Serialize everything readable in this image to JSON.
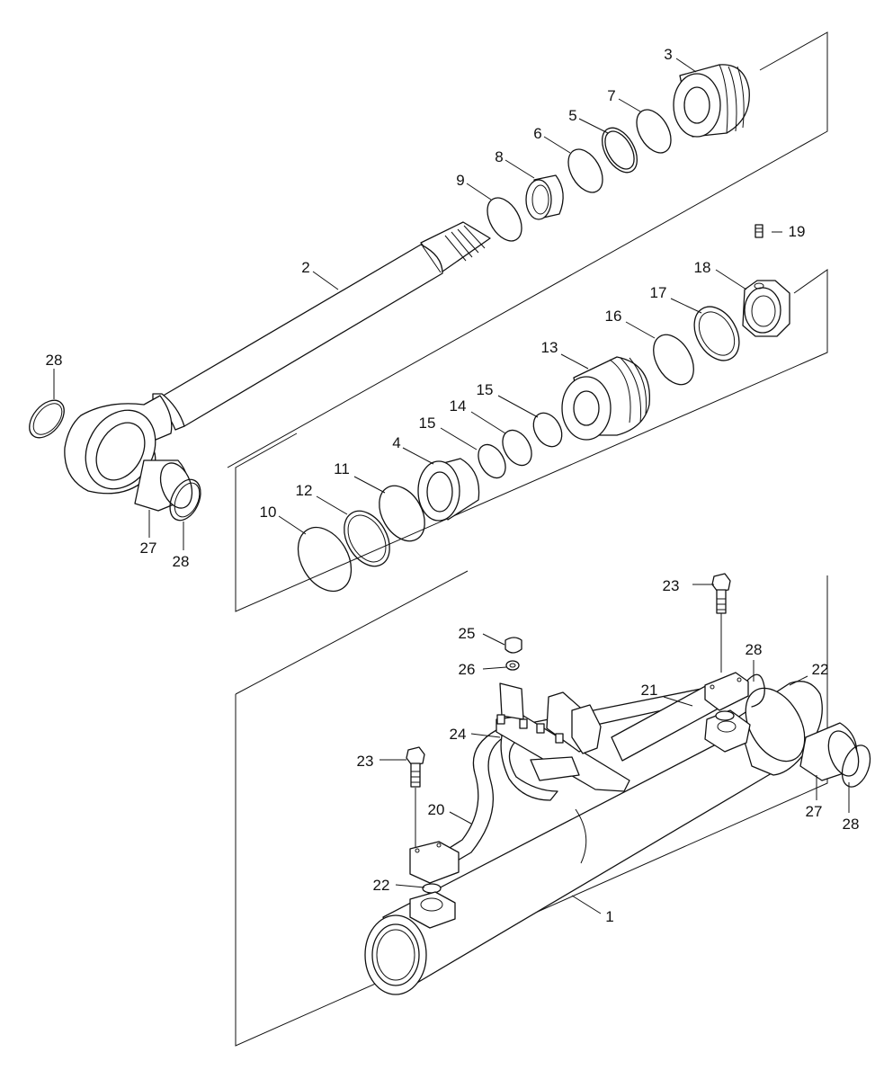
{
  "diagram": {
    "callouts": {
      "p1": "1",
      "p2": "2",
      "p3": "3",
      "p4": "4",
      "p5": "5",
      "p6": "6",
      "p7": "7",
      "p8": "8",
      "p9": "9",
      "p10": "10",
      "p11": "11",
      "p12": "12",
      "p13": "13",
      "p14": "14",
      "p15a": "15",
      "p15b": "15",
      "p16": "16",
      "p17": "17",
      "p18": "18",
      "p19": "19",
      "p20": "20",
      "p21": "21",
      "p22a": "22",
      "p22b": "22",
      "p23a": "23",
      "p23b": "23",
      "p24": "24",
      "p25": "25",
      "p26": "26",
      "p27a": "27",
      "p27b": "27",
      "p28a": "28",
      "p28b": "28",
      "p28c": "28",
      "p28d": "28"
    }
  }
}
